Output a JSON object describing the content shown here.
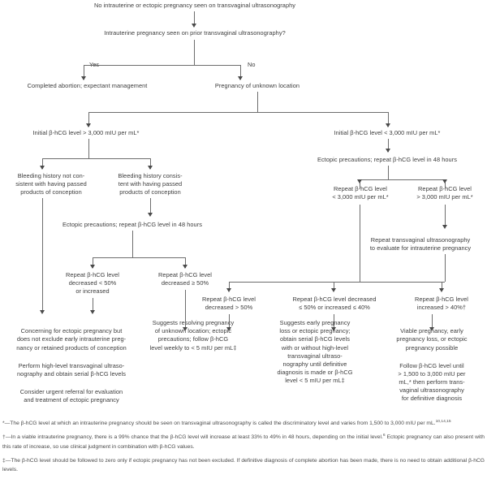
{
  "diagram": {
    "title": "Evaluation of pregnancy of unknown location after transvaginal ultrasonography",
    "type": "clinical-algorithm-flowchart",
    "nodes": {
      "start": "No intrauterine or ectopic pregnancy seen on transvaginal ultrasonography",
      "q_prior_us": "Intrauterine pregnancy seen on prior transvaginal ultrasonography?",
      "branch_yes_label": "Yes",
      "branch_no_label": "No",
      "completed_abortion": "Completed abortion; expectant management",
      "pul": "Pregnancy of unknown location",
      "initial_high": "Initial β-hCG level > 3,000 mIU per mL*",
      "initial_low": "Initial β-hCG level < 3,000 mIU per mL*",
      "bleeding_not_consistent": "Bleeding history not con-\nsistent with having passed\nproducts of conception",
      "bleeding_consistent": "Bleeding history consis-\ntent with having passed\nproducts of conception",
      "ectopic_precautions_left": "Ectopic precautions; repeat β-hCG level in 48 hours",
      "ectopic_precautions_right": "Ectopic precautions; repeat β-hCG level in 48 hours",
      "repeat_dec_lt50": "Repeat β-hCG level\ndecreased < 50%\nor increased",
      "repeat_dec_ge50": "Repeat β-hCG level\ndecreased ≥ 50%",
      "repeat_low": "Repeat β-hCG level\n< 3,000 mIU per mL*",
      "repeat_high": "Repeat β-hCG level\n> 3,000 mIU per mL*",
      "repeat_tvus": "Repeat transvaginal ultrasonography\nto evaluate for intrauterine pregnancy",
      "repeat_dec_gt50": "Repeat β-hCG level\ndecreased > 50%",
      "repeat_dec_le50_or_inc_le40": "Repeat β-hCG level decreased\n≤ 50% or increased ≤ 40%",
      "repeat_inc_gt40": "Repeat β-hCG level\nincreased > 40%†",
      "outcome_concerning": [
        "Concerning for ectopic pregnancy but\ndoes not exclude early intrauterine preg-\nnancy or retained products of conception",
        "Perform high-level transvaginal ultraso-\nnography and obtain serial β-hCG levels",
        "Consider urgent referral for evaluation\nand treatment of ectopic pregnancy"
      ],
      "outcome_resolving": "Suggests resolving pregnancy\nof unknown location; ectopic\nprecautions; follow β-hCG\nlevel weekly to < 5 mIU per mL‡",
      "outcome_early_loss": "Suggests early pregnancy\nloss or ectopic pregnancy;\nobtain serial β-hCG levels\nwith or without high-level\ntransvaginal ultraso-\nnography until definitive\ndiagnosis is made or β-hCG\nlevel < 5 mIU per mL‡",
      "outcome_viable": [
        "Viable pregnancy, early\npregnancy loss, or ectopic\npregnancy possible",
        "Follow β-hCG level until\n> 1,500 to 3,000 mIU per\nmL,* then perform trans-\nvaginal ultrasonography\nfor definitive diagnosis"
      ]
    },
    "footnotes": [
      {
        "marker": "*—",
        "text_before": "The β-hCG level at which an intrauterine pregnancy should be seen on transvaginal ultrasonography is called the discriminatory level and varies from 1,500 to 3,000 mIU per mL.",
        "superscript": "10,14,15",
        "text_after": ""
      },
      {
        "marker": "†—",
        "text_before": "In a viable intrauterine pregnancy, there is a 99% chance that the β-hCG level will increase at least 33% to 49% in 48 hours, depending on the initial level.",
        "superscript": "6",
        "text_after": " Ectopic pregnancy can also present with this rate of increase, so use clinical judgment in combination with β-hCG values."
      },
      {
        "marker": "‡—",
        "text_before": "The β-hCG level should be followed to zero only if ectopic pregnancy has not been excluded. If definitive diagnosis of complete abortion has been made, there is no need to obtain additional β-hCG levels.",
        "superscript": "",
        "text_after": ""
      }
    ],
    "colors": {
      "text": "#3c3c3c",
      "connector": "#6d6d6d",
      "arrow": "#4a4a4a",
      "background": "#ffffff"
    }
  }
}
